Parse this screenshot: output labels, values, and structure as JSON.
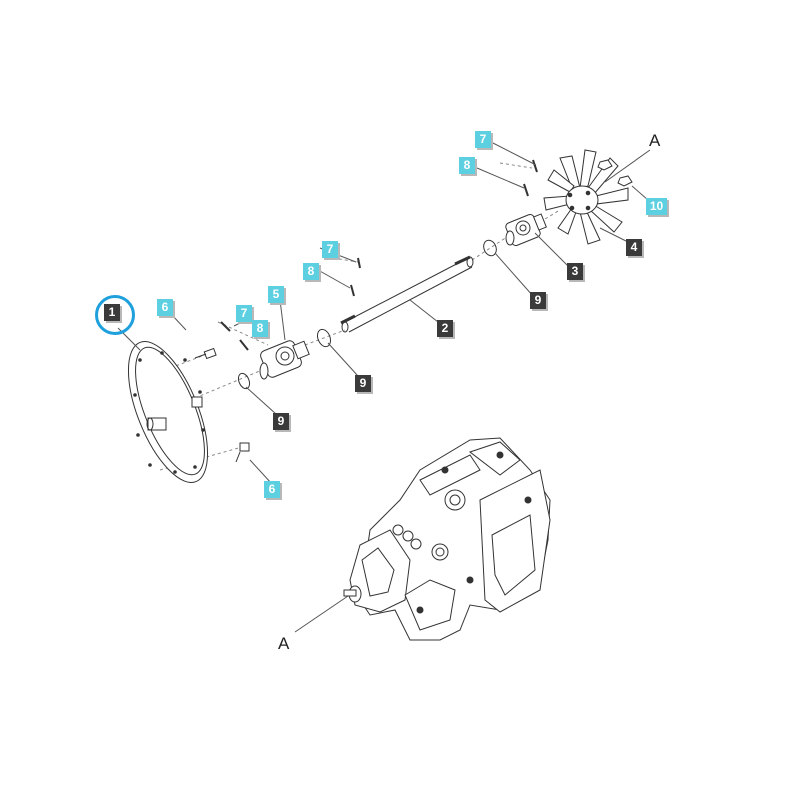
{
  "diagram": {
    "colors": {
      "blue_callout": "#5ccfe0",
      "dark_callout": "#3a3a3a",
      "highlight": "#1ea0dc",
      "line": "#555555"
    },
    "selected_part": "1",
    "ref_letters": {
      "top_right": "A",
      "bottom_left": "A"
    },
    "callouts": {
      "c1": "1",
      "c2": "2",
      "c3": "3",
      "c4": "4",
      "c5": "5",
      "c6_top": "6",
      "c6_bottom": "6",
      "c7_left": "7",
      "c7_mid": "7",
      "c7_top": "7",
      "c8_left": "8",
      "c8_mid": "8",
      "c8_top": "8",
      "c9_left": "9",
      "c9_mid": "9",
      "c9_right": "9",
      "c10": "10"
    }
  }
}
